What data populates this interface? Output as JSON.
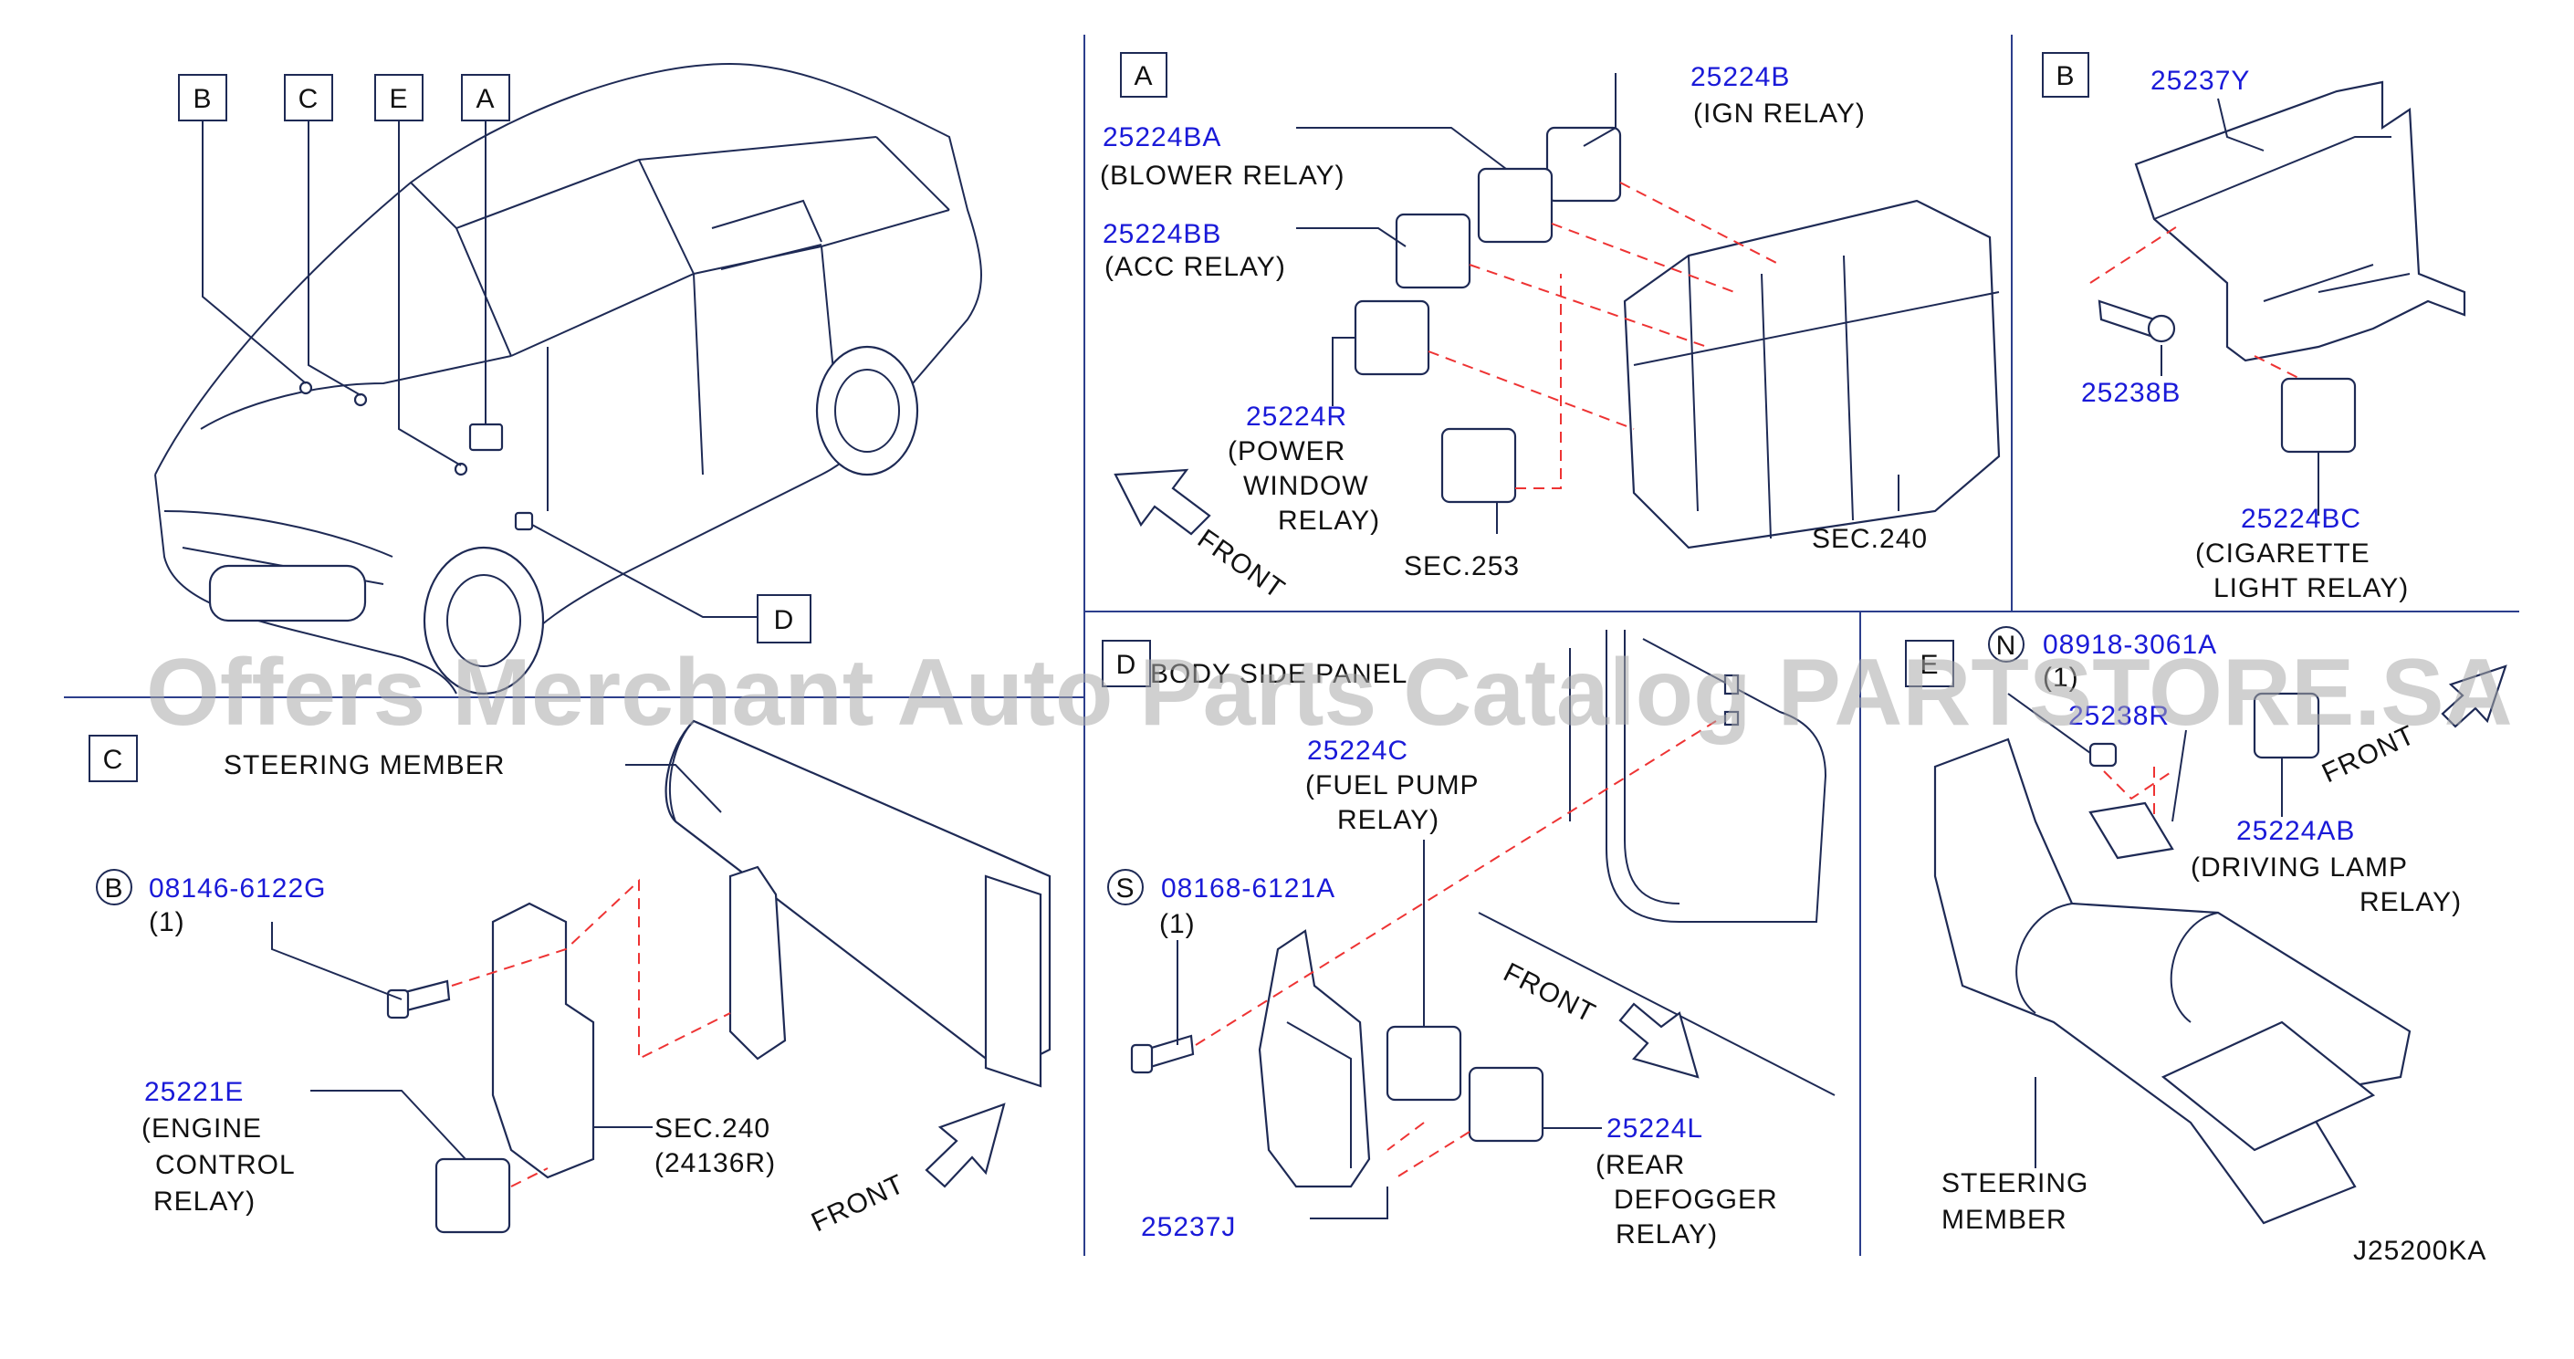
{
  "diagram_code": "J25200KA",
  "watermark": "Offers Merchant Auto Parts Catalog PARTSTORE.SA",
  "colors": {
    "part_number": "#1a1ad8",
    "text": "#111111",
    "dashed_leader": "#ee3333",
    "separator": "#2c3e8c"
  },
  "overview": {
    "callouts": [
      "B",
      "C",
      "E",
      "A",
      "D"
    ]
  },
  "panel_a": {
    "label": "A",
    "parts": [
      {
        "number": "25224B",
        "name": "(IGN   RELAY)"
      },
      {
        "number": "25224BA",
        "name": "(BLOWER   RELAY)"
      },
      {
        "number": "25224BB",
        "name": "(ACC   RELAY)"
      },
      {
        "number": "25224R",
        "name_lines": [
          "(POWER",
          "WINDOW",
          "RELAY)"
        ]
      }
    ],
    "refs": [
      "SEC.253",
      "SEC.240"
    ],
    "front": "FRONT"
  },
  "panel_b": {
    "label": "B",
    "parts": [
      {
        "number": "25237Y"
      },
      {
        "number": "25238B"
      },
      {
        "number": "25224BC",
        "name_lines": [
          "(CIGARETTE",
          "LIGHT   RELAY)"
        ]
      }
    ]
  },
  "panel_c": {
    "label": "C",
    "title": "STEERING   MEMBER",
    "bolt": {
      "symbol": "B",
      "number": "08146-6122G",
      "qty": "(1)"
    },
    "parts": [
      {
        "number": "25221E",
        "name_lines": [
          "(ENGINE",
          "CONTROL",
          "RELAY)"
        ]
      }
    ],
    "ref_lines": [
      "SEC.240",
      "(24136R)"
    ],
    "front": "FRONT"
  },
  "panel_d": {
    "label": "D",
    "title": "BODY   SIDE   PANEL",
    "bolt": {
      "symbol": "S",
      "number": "08168-6121A",
      "qty": "(1)"
    },
    "parts": [
      {
        "number": "25224C",
        "name_lines": [
          "(FUEL   PUMP",
          "RELAY)"
        ]
      },
      {
        "number": "25224L",
        "name_lines": [
          "(REAR",
          "DEFOGGER",
          "RELAY)"
        ]
      },
      {
        "number": "25237J"
      }
    ],
    "front": "FRONT"
  },
  "panel_e": {
    "label": "E",
    "nut": {
      "symbol": "N",
      "number": "08918-3061A",
      "qty": "(1)"
    },
    "parts": [
      {
        "number": "25238R"
      },
      {
        "number": "25224AB",
        "name_lines": [
          "(DRIVING   LAMP",
          "RELAY)"
        ]
      }
    ],
    "member_lines": [
      "STEERING",
      "MEMBER"
    ],
    "front": "FRONT"
  }
}
